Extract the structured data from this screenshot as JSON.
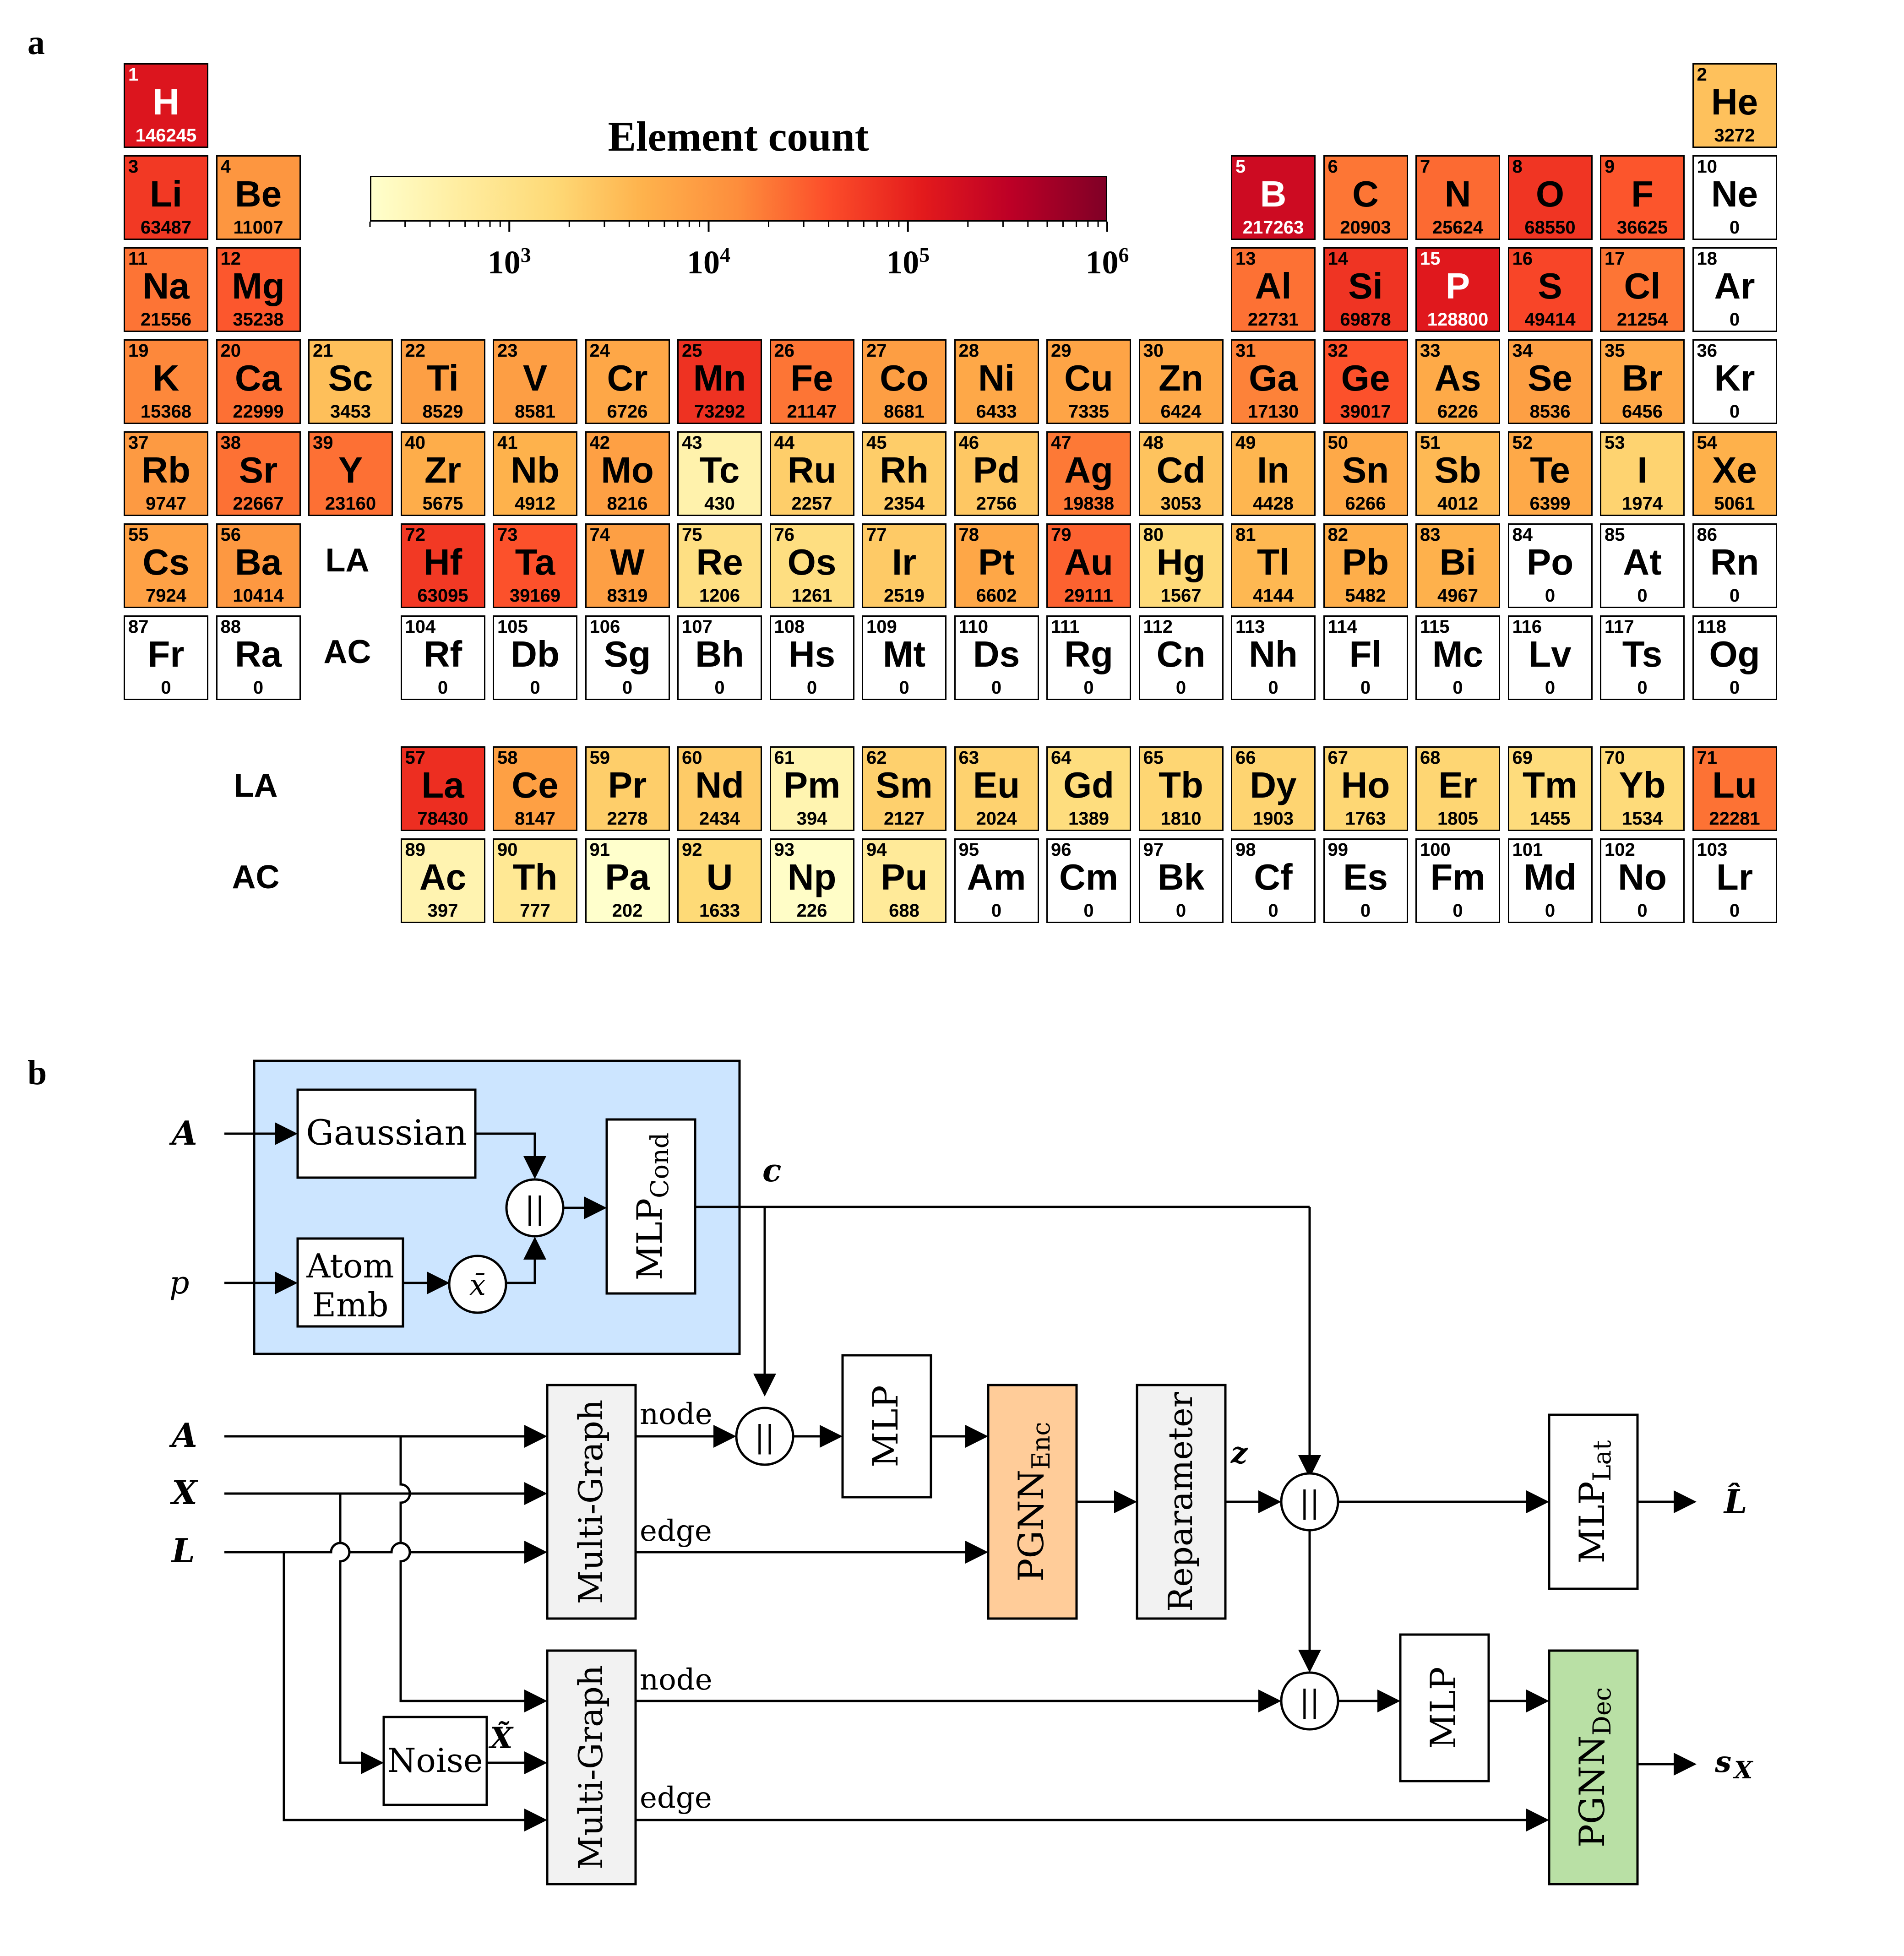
{
  "panels": {
    "a": "a",
    "b": "b"
  },
  "colorbar": {
    "title": "Element count",
    "ticks": [
      {
        "base": "10",
        "exp": "3",
        "value": 1000
      },
      {
        "base": "10",
        "exp": "4",
        "value": 10000
      },
      {
        "base": "10",
        "exp": "5",
        "value": 100000
      },
      {
        "base": "10",
        "exp": "6",
        "value": 1000000
      }
    ],
    "min": 200,
    "max": 1000000,
    "colors": [
      "#ffffcc",
      "#ffeda0",
      "#fed976",
      "#feb24c",
      "#fd8d3c",
      "#fc4e2a",
      "#e31a1c",
      "#bd0026",
      "#800026"
    ]
  },
  "series_labels": {
    "la": "LA",
    "ac": "AC"
  },
  "elements": [
    {
      "n": 1,
      "sym": "H",
      "count": 146245,
      "period": 1,
      "group": 1
    },
    {
      "n": 2,
      "sym": "He",
      "count": 3272,
      "period": 1,
      "group": 18
    },
    {
      "n": 3,
      "sym": "Li",
      "count": 63487,
      "period": 2,
      "group": 1
    },
    {
      "n": 4,
      "sym": "Be",
      "count": 11007,
      "period": 2,
      "group": 2
    },
    {
      "n": 5,
      "sym": "B",
      "count": 217263,
      "period": 2,
      "group": 13
    },
    {
      "n": 6,
      "sym": "C",
      "count": 20903,
      "period": 2,
      "group": 14
    },
    {
      "n": 7,
      "sym": "N",
      "count": 25624,
      "period": 2,
      "group": 15
    },
    {
      "n": 8,
      "sym": "O",
      "count": 68550,
      "period": 2,
      "group": 16
    },
    {
      "n": 9,
      "sym": "F",
      "count": 36625,
      "period": 2,
      "group": 17
    },
    {
      "n": 10,
      "sym": "Ne",
      "count": 0,
      "period": 2,
      "group": 18
    },
    {
      "n": 11,
      "sym": "Na",
      "count": 21556,
      "period": 3,
      "group": 1
    },
    {
      "n": 12,
      "sym": "Mg",
      "count": 35238,
      "period": 3,
      "group": 2
    },
    {
      "n": 13,
      "sym": "Al",
      "count": 22731,
      "period": 3,
      "group": 13
    },
    {
      "n": 14,
      "sym": "Si",
      "count": 69878,
      "period": 3,
      "group": 14
    },
    {
      "n": 15,
      "sym": "P",
      "count": 128800,
      "period": 3,
      "group": 15
    },
    {
      "n": 16,
      "sym": "S",
      "count": 49414,
      "period": 3,
      "group": 16
    },
    {
      "n": 17,
      "sym": "Cl",
      "count": 21254,
      "period": 3,
      "group": 17
    },
    {
      "n": 18,
      "sym": "Ar",
      "count": 0,
      "period": 3,
      "group": 18
    },
    {
      "n": 19,
      "sym": "K",
      "count": 15368,
      "period": 4,
      "group": 1
    },
    {
      "n": 20,
      "sym": "Ca",
      "count": 22999,
      "period": 4,
      "group": 2
    },
    {
      "n": 21,
      "sym": "Sc",
      "count": 3453,
      "period": 4,
      "group": 3
    },
    {
      "n": 22,
      "sym": "Ti",
      "count": 8529,
      "period": 4,
      "group": 4
    },
    {
      "n": 23,
      "sym": "V",
      "count": 8581,
      "period": 4,
      "group": 5
    },
    {
      "n": 24,
      "sym": "Cr",
      "count": 6726,
      "period": 4,
      "group": 6
    },
    {
      "n": 25,
      "sym": "Mn",
      "count": 73292,
      "period": 4,
      "group": 7
    },
    {
      "n": 26,
      "sym": "Fe",
      "count": 21147,
      "period": 4,
      "group": 8
    },
    {
      "n": 27,
      "sym": "Co",
      "count": 8681,
      "period": 4,
      "group": 9
    },
    {
      "n": 28,
      "sym": "Ni",
      "count": 6433,
      "period": 4,
      "group": 10
    },
    {
      "n": 29,
      "sym": "Cu",
      "count": 7335,
      "period": 4,
      "group": 11
    },
    {
      "n": 30,
      "sym": "Zn",
      "count": 6424,
      "period": 4,
      "group": 12
    },
    {
      "n": 31,
      "sym": "Ga",
      "count": 17130,
      "period": 4,
      "group": 13
    },
    {
      "n": 32,
      "sym": "Ge",
      "count": 39017,
      "period": 4,
      "group": 14
    },
    {
      "n": 33,
      "sym": "As",
      "count": 6226,
      "period": 4,
      "group": 15
    },
    {
      "n": 34,
      "sym": "Se",
      "count": 8536,
      "period": 4,
      "group": 16
    },
    {
      "n": 35,
      "sym": "Br",
      "count": 6456,
      "period": 4,
      "group": 17
    },
    {
      "n": 36,
      "sym": "Kr",
      "count": 0,
      "period": 4,
      "group": 18
    },
    {
      "n": 37,
      "sym": "Rb",
      "count": 9747,
      "period": 5,
      "group": 1
    },
    {
      "n": 38,
      "sym": "Sr",
      "count": 22667,
      "period": 5,
      "group": 2
    },
    {
      "n": 39,
      "sym": "Y",
      "count": 23160,
      "period": 5,
      "group": 3
    },
    {
      "n": 40,
      "sym": "Zr",
      "count": 5675,
      "period": 5,
      "group": 4
    },
    {
      "n": 41,
      "sym": "Nb",
      "count": 4912,
      "period": 5,
      "group": 5
    },
    {
      "n": 42,
      "sym": "Mo",
      "count": 8216,
      "period": 5,
      "group": 6
    },
    {
      "n": 43,
      "sym": "Tc",
      "count": 430,
      "period": 5,
      "group": 7
    },
    {
      "n": 44,
      "sym": "Ru",
      "count": 2257,
      "period": 5,
      "group": 8
    },
    {
      "n": 45,
      "sym": "Rh",
      "count": 2354,
      "period": 5,
      "group": 9
    },
    {
      "n": 46,
      "sym": "Pd",
      "count": 2756,
      "period": 5,
      "group": 10
    },
    {
      "n": 47,
      "sym": "Ag",
      "count": 19838,
      "period": 5,
      "group": 11
    },
    {
      "n": 48,
      "sym": "Cd",
      "count": 3053,
      "period": 5,
      "group": 12
    },
    {
      "n": 49,
      "sym": "In",
      "count": 4428,
      "period": 5,
      "group": 13
    },
    {
      "n": 50,
      "sym": "Sn",
      "count": 6266,
      "period": 5,
      "group": 14
    },
    {
      "n": 51,
      "sym": "Sb",
      "count": 4012,
      "period": 5,
      "group": 15
    },
    {
      "n": 52,
      "sym": "Te",
      "count": 6399,
      "period": 5,
      "group": 16
    },
    {
      "n": 53,
      "sym": "I",
      "count": 1974,
      "period": 5,
      "group": 17
    },
    {
      "n": 54,
      "sym": "Xe",
      "count": 5061,
      "period": 5,
      "group": 18
    },
    {
      "n": 55,
      "sym": "Cs",
      "count": 7924,
      "period": 6,
      "group": 1
    },
    {
      "n": 56,
      "sym": "Ba",
      "count": 10414,
      "period": 6,
      "group": 2
    },
    {
      "n": 72,
      "sym": "Hf",
      "count": 63095,
      "period": 6,
      "group": 4
    },
    {
      "n": 73,
      "sym": "Ta",
      "count": 39169,
      "period": 6,
      "group": 5
    },
    {
      "n": 74,
      "sym": "W",
      "count": 8319,
      "period": 6,
      "group": 6
    },
    {
      "n": 75,
      "sym": "Re",
      "count": 1206,
      "period": 6,
      "group": 7
    },
    {
      "n": 76,
      "sym": "Os",
      "count": 1261,
      "period": 6,
      "group": 8
    },
    {
      "n": 77,
      "sym": "Ir",
      "count": 2519,
      "period": 6,
      "group": 9
    },
    {
      "n": 78,
      "sym": "Pt",
      "count": 6602,
      "period": 6,
      "group": 10
    },
    {
      "n": 79,
      "sym": "Au",
      "count": 29111,
      "period": 6,
      "group": 11
    },
    {
      "n": 80,
      "sym": "Hg",
      "count": 1567,
      "period": 6,
      "group": 12
    },
    {
      "n": 81,
      "sym": "Tl",
      "count": 4144,
      "period": 6,
      "group": 13
    },
    {
      "n": 82,
      "sym": "Pb",
      "count": 5482,
      "period": 6,
      "group": 14
    },
    {
      "n": 83,
      "sym": "Bi",
      "count": 4967,
      "period": 6,
      "group": 15
    },
    {
      "n": 84,
      "sym": "Po",
      "count": 0,
      "period": 6,
      "group": 16
    },
    {
      "n": 85,
      "sym": "At",
      "count": 0,
      "period": 6,
      "group": 17
    },
    {
      "n": 86,
      "sym": "Rn",
      "count": 0,
      "period": 6,
      "group": 18
    },
    {
      "n": 87,
      "sym": "Fr",
      "count": 0,
      "period": 7,
      "group": 1
    },
    {
      "n": 88,
      "sym": "Ra",
      "count": 0,
      "period": 7,
      "group": 2
    },
    {
      "n": 104,
      "sym": "Rf",
      "count": 0,
      "period": 7,
      "group": 4
    },
    {
      "n": 105,
      "sym": "Db",
      "count": 0,
      "period": 7,
      "group": 5
    },
    {
      "n": 106,
      "sym": "Sg",
      "count": 0,
      "period": 7,
      "group": 6
    },
    {
      "n": 107,
      "sym": "Bh",
      "count": 0,
      "period": 7,
      "group": 7
    },
    {
      "n": 108,
      "sym": "Hs",
      "count": 0,
      "period": 7,
      "group": 8
    },
    {
      "n": 109,
      "sym": "Mt",
      "count": 0,
      "period": 7,
      "group": 9
    },
    {
      "n": 110,
      "sym": "Ds",
      "count": 0,
      "period": 7,
      "group": 10
    },
    {
      "n": 111,
      "sym": "Rg",
      "count": 0,
      "period": 7,
      "group": 11
    },
    {
      "n": 112,
      "sym": "Cn",
      "count": 0,
      "period": 7,
      "group": 12
    },
    {
      "n": 113,
      "sym": "Nh",
      "count": 0,
      "period": 7,
      "group": 13
    },
    {
      "n": 114,
      "sym": "Fl",
      "count": 0,
      "period": 7,
      "group": 14
    },
    {
      "n": 115,
      "sym": "Mc",
      "count": 0,
      "period": 7,
      "group": 15
    },
    {
      "n": 116,
      "sym": "Lv",
      "count": 0,
      "period": 7,
      "group": 16
    },
    {
      "n": 117,
      "sym": "Ts",
      "count": 0,
      "period": 7,
      "group": 17
    },
    {
      "n": 118,
      "sym": "Og",
      "count": 0,
      "period": 7,
      "group": 18
    },
    {
      "n": 57,
      "sym": "La",
      "count": 78430,
      "period": 9,
      "group": 4
    },
    {
      "n": 58,
      "sym": "Ce",
      "count": 8147,
      "period": 9,
      "group": 5
    },
    {
      "n": 59,
      "sym": "Pr",
      "count": 2278,
      "period": 9,
      "group": 6
    },
    {
      "n": 60,
      "sym": "Nd",
      "count": 2434,
      "period": 9,
      "group": 7
    },
    {
      "n": 61,
      "sym": "Pm",
      "count": 394,
      "period": 9,
      "group": 8
    },
    {
      "n": 62,
      "sym": "Sm",
      "count": 2127,
      "period": 9,
      "group": 9
    },
    {
      "n": 63,
      "sym": "Eu",
      "count": 2024,
      "period": 9,
      "group": 10
    },
    {
      "n": 64,
      "sym": "Gd",
      "count": 1389,
      "period": 9,
      "group": 11
    },
    {
      "n": 65,
      "sym": "Tb",
      "count": 1810,
      "period": 9,
      "group": 12
    },
    {
      "n": 66,
      "sym": "Dy",
      "count": 1903,
      "period": 9,
      "group": 13
    },
    {
      "n": 67,
      "sym": "Ho",
      "count": 1763,
      "period": 9,
      "group": 14
    },
    {
      "n": 68,
      "sym": "Er",
      "count": 1805,
      "period": 9,
      "group": 15
    },
    {
      "n": 69,
      "sym": "Tm",
      "count": 1455,
      "period": 9,
      "group": 16
    },
    {
      "n": 70,
      "sym": "Yb",
      "count": 1534,
      "period": 9,
      "group": 17
    },
    {
      "n": 71,
      "sym": "Lu",
      "count": 22281,
      "period": 9,
      "group": 18
    },
    {
      "n": 89,
      "sym": "Ac",
      "count": 397,
      "period": 10,
      "group": 4
    },
    {
      "n": 90,
      "sym": "Th",
      "count": 777,
      "period": 10,
      "group": 5
    },
    {
      "n": 91,
      "sym": "Pa",
      "count": 202,
      "period": 10,
      "group": 6
    },
    {
      "n": 92,
      "sym": "U",
      "count": 1633,
      "period": 10,
      "group": 7
    },
    {
      "n": 93,
      "sym": "Np",
      "count": 226,
      "period": 10,
      "group": 8
    },
    {
      "n": 94,
      "sym": "Pu",
      "count": 688,
      "period": 10,
      "group": 9
    },
    {
      "n": 95,
      "sym": "Am",
      "count": 0,
      "period": 10,
      "group": 10
    },
    {
      "n": 96,
      "sym": "Cm",
      "count": 0,
      "period": 10,
      "group": 11
    },
    {
      "n": 97,
      "sym": "Bk",
      "count": 0,
      "period": 10,
      "group": 12
    },
    {
      "n": 98,
      "sym": "Cf",
      "count": 0,
      "period": 10,
      "group": 13
    },
    {
      "n": 99,
      "sym": "Es",
      "count": 0,
      "period": 10,
      "group": 14
    },
    {
      "n": 100,
      "sym": "Fm",
      "count": 0,
      "period": 10,
      "group": 15
    },
    {
      "n": 101,
      "sym": "Md",
      "count": 0,
      "period": 10,
      "group": 16
    },
    {
      "n": 102,
      "sym": "No",
      "count": 0,
      "period": 10,
      "group": 17
    },
    {
      "n": 103,
      "sym": "Lr",
      "count": 0,
      "period": 10,
      "group": 18
    }
  ],
  "diagram": {
    "condition_box_color": "#cce5ff",
    "enc_color": "#ffcc99",
    "dec_color": "#b9e0a5",
    "gray_box_color": "#f2f2f2",
    "inputs": {
      "A": "A",
      "p": "p",
      "X": "X",
      "L": "L"
    },
    "gaussian": "Gaussian",
    "atom_emb": [
      "Atom",
      "Emb"
    ],
    "mean_symbol": "x̄",
    "concat_symbol": "||",
    "mlp_cond": {
      "base": "MLP",
      "sub": "Cond"
    },
    "c_label": "c",
    "multigraph": "Multi-Graph",
    "node_label": "node",
    "edge_label": "edge",
    "mlp": "MLP",
    "pgnn_enc": {
      "base": "PGNN",
      "sub": "Enc"
    },
    "reparameter": "Reparameter",
    "z_label": "z",
    "mlp_lat": {
      "base": "MLP",
      "sub": "Lat"
    },
    "l_hat": "L̂",
    "noise": "Noise",
    "x_tilde": "X̃",
    "pgnn_dec": {
      "base": "PGNN",
      "sub": "Dec"
    },
    "s_out": {
      "base": "s",
      "sub": "X"
    }
  }
}
